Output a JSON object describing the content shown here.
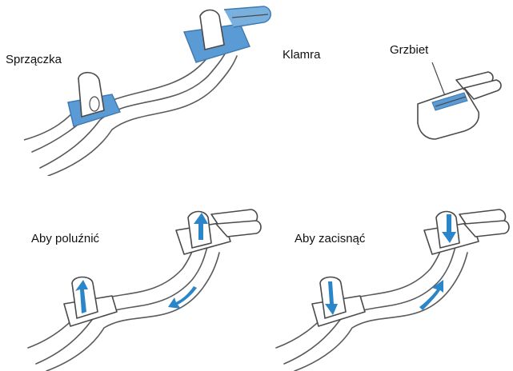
{
  "labels": {
    "buckle": "Sprzączka",
    "clasp": "Klamra",
    "spine": "Grzbiet",
    "loosen": "Aby poluźnić",
    "tighten": "Aby zacisnąć"
  },
  "colors": {
    "accent_blue": "#5b9bd5",
    "arrow_blue": "#2a86c8",
    "outline": "#4a4a4a"
  },
  "icons": {
    "loosen_arrows": "arrow-up-and-down",
    "tighten_arrows": "arrow-down-and-up"
  }
}
